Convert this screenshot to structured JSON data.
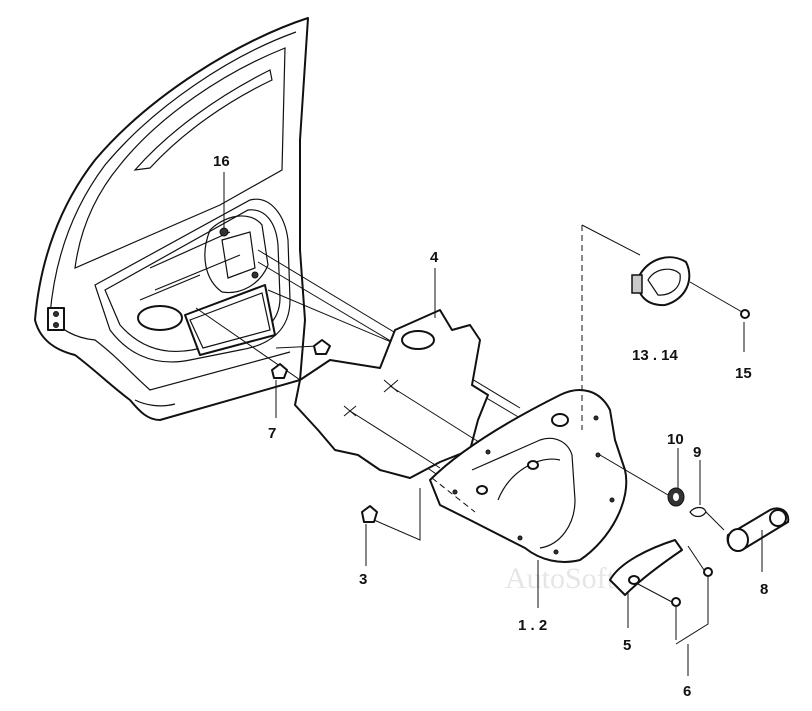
{
  "labels": {
    "p16": "16",
    "p4": "4",
    "p13_14": "13 . 14",
    "p15": "15",
    "p7": "7",
    "p10": "10",
    "p9": "9",
    "p3": "3",
    "p8": "8",
    "p1_2": "1 . 2",
    "p5": "5",
    "p6": "6"
  },
  "watermark": "AutoSoft"
}
